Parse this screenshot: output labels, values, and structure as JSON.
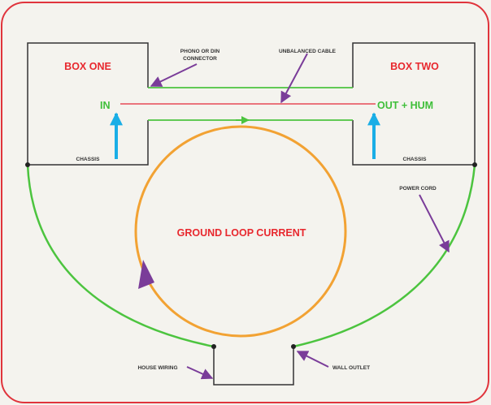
{
  "labels": {
    "box_one": "BOX ONE",
    "box_two": "BOX TWO",
    "in": "IN",
    "out_hum": "OUT + HUM",
    "phono_line1": "PHONO OR DIN",
    "phono_line2": "CONNECTOR",
    "unbalanced_cable": "UNBALANCED CABLE",
    "chassis_left": "CHASSIS",
    "chassis_right": "CHASSIS",
    "power_cord": "POWER CORD",
    "ground_loop": "GROUND LOOP CURRENT",
    "house_wiring": "HOUSE WIRING",
    "wall_outlet": "WALL OUTLET"
  },
  "colors": {
    "border": "#e0343c",
    "box_title": "#e8282e",
    "green_text": "#3fbf3a",
    "ground_wire": "#4cc43f",
    "loop": "#f2a233",
    "signal": "#e64a56",
    "arrow_blue": "#1aaee6",
    "callout": "#7a3c99",
    "outline": "#333333",
    "label_text": "#333333"
  }
}
